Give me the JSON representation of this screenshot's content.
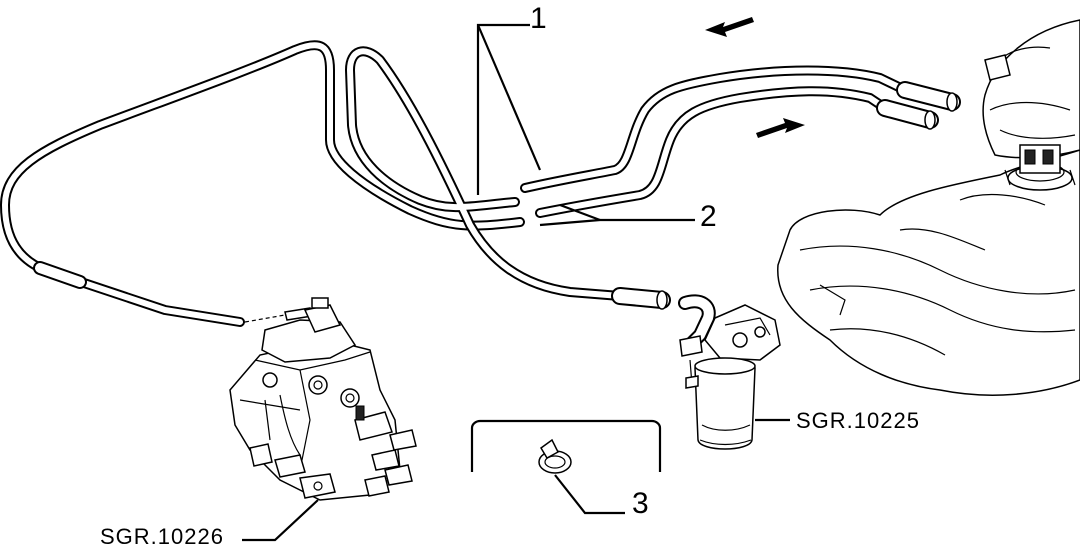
{
  "callouts": {
    "c1": "1",
    "c2": "2",
    "c3": "3"
  },
  "references": {
    "pump": "SGR.10226",
    "filter": "SGR.10225"
  },
  "icons": {
    "flow_left": "arrow-left-icon",
    "flow_right": "arrow-right-icon"
  }
}
